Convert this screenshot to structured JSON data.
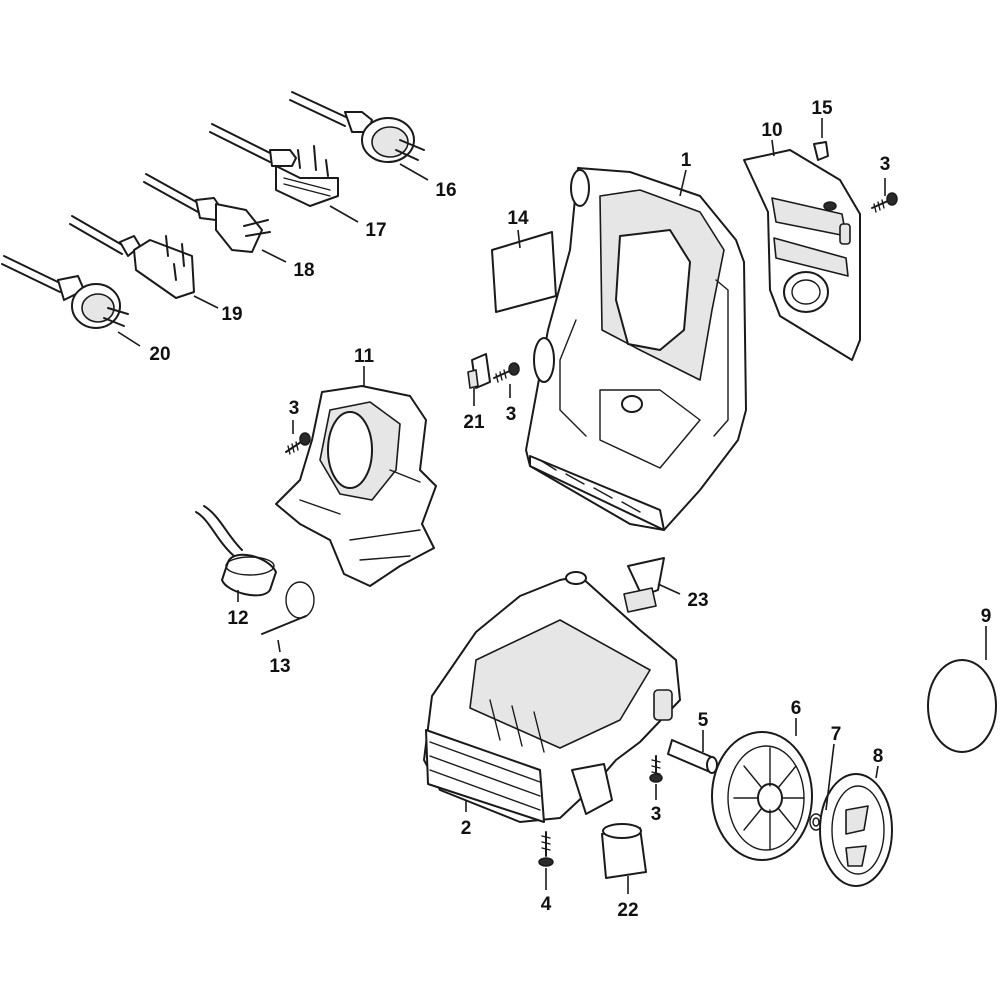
{
  "callouts": [
    {
      "id": "c1",
      "text": "1"
    },
    {
      "id": "c2",
      "text": "2"
    },
    {
      "id": "c3a",
      "text": "3"
    },
    {
      "id": "c3b",
      "text": "3"
    },
    {
      "id": "c3c",
      "text": "3"
    },
    {
      "id": "c3d",
      "text": "3"
    },
    {
      "id": "c4",
      "text": "4"
    },
    {
      "id": "c5",
      "text": "5"
    },
    {
      "id": "c6",
      "text": "6"
    },
    {
      "id": "c7",
      "text": "7"
    },
    {
      "id": "c8",
      "text": "8"
    },
    {
      "id": "c9",
      "text": "9"
    },
    {
      "id": "c10",
      "text": "10"
    },
    {
      "id": "c11",
      "text": "11"
    },
    {
      "id": "c12",
      "text": "12"
    },
    {
      "id": "c13",
      "text": "13"
    },
    {
      "id": "c14",
      "text": "14"
    },
    {
      "id": "c15",
      "text": "15"
    },
    {
      "id": "c16",
      "text": "16"
    },
    {
      "id": "c17",
      "text": "17"
    },
    {
      "id": "c18",
      "text": "18"
    },
    {
      "id": "c19",
      "text": "19"
    },
    {
      "id": "c20",
      "text": "20"
    },
    {
      "id": "c21",
      "text": "21"
    },
    {
      "id": "c22",
      "text": "22"
    },
    {
      "id": "c23",
      "text": "23"
    }
  ]
}
